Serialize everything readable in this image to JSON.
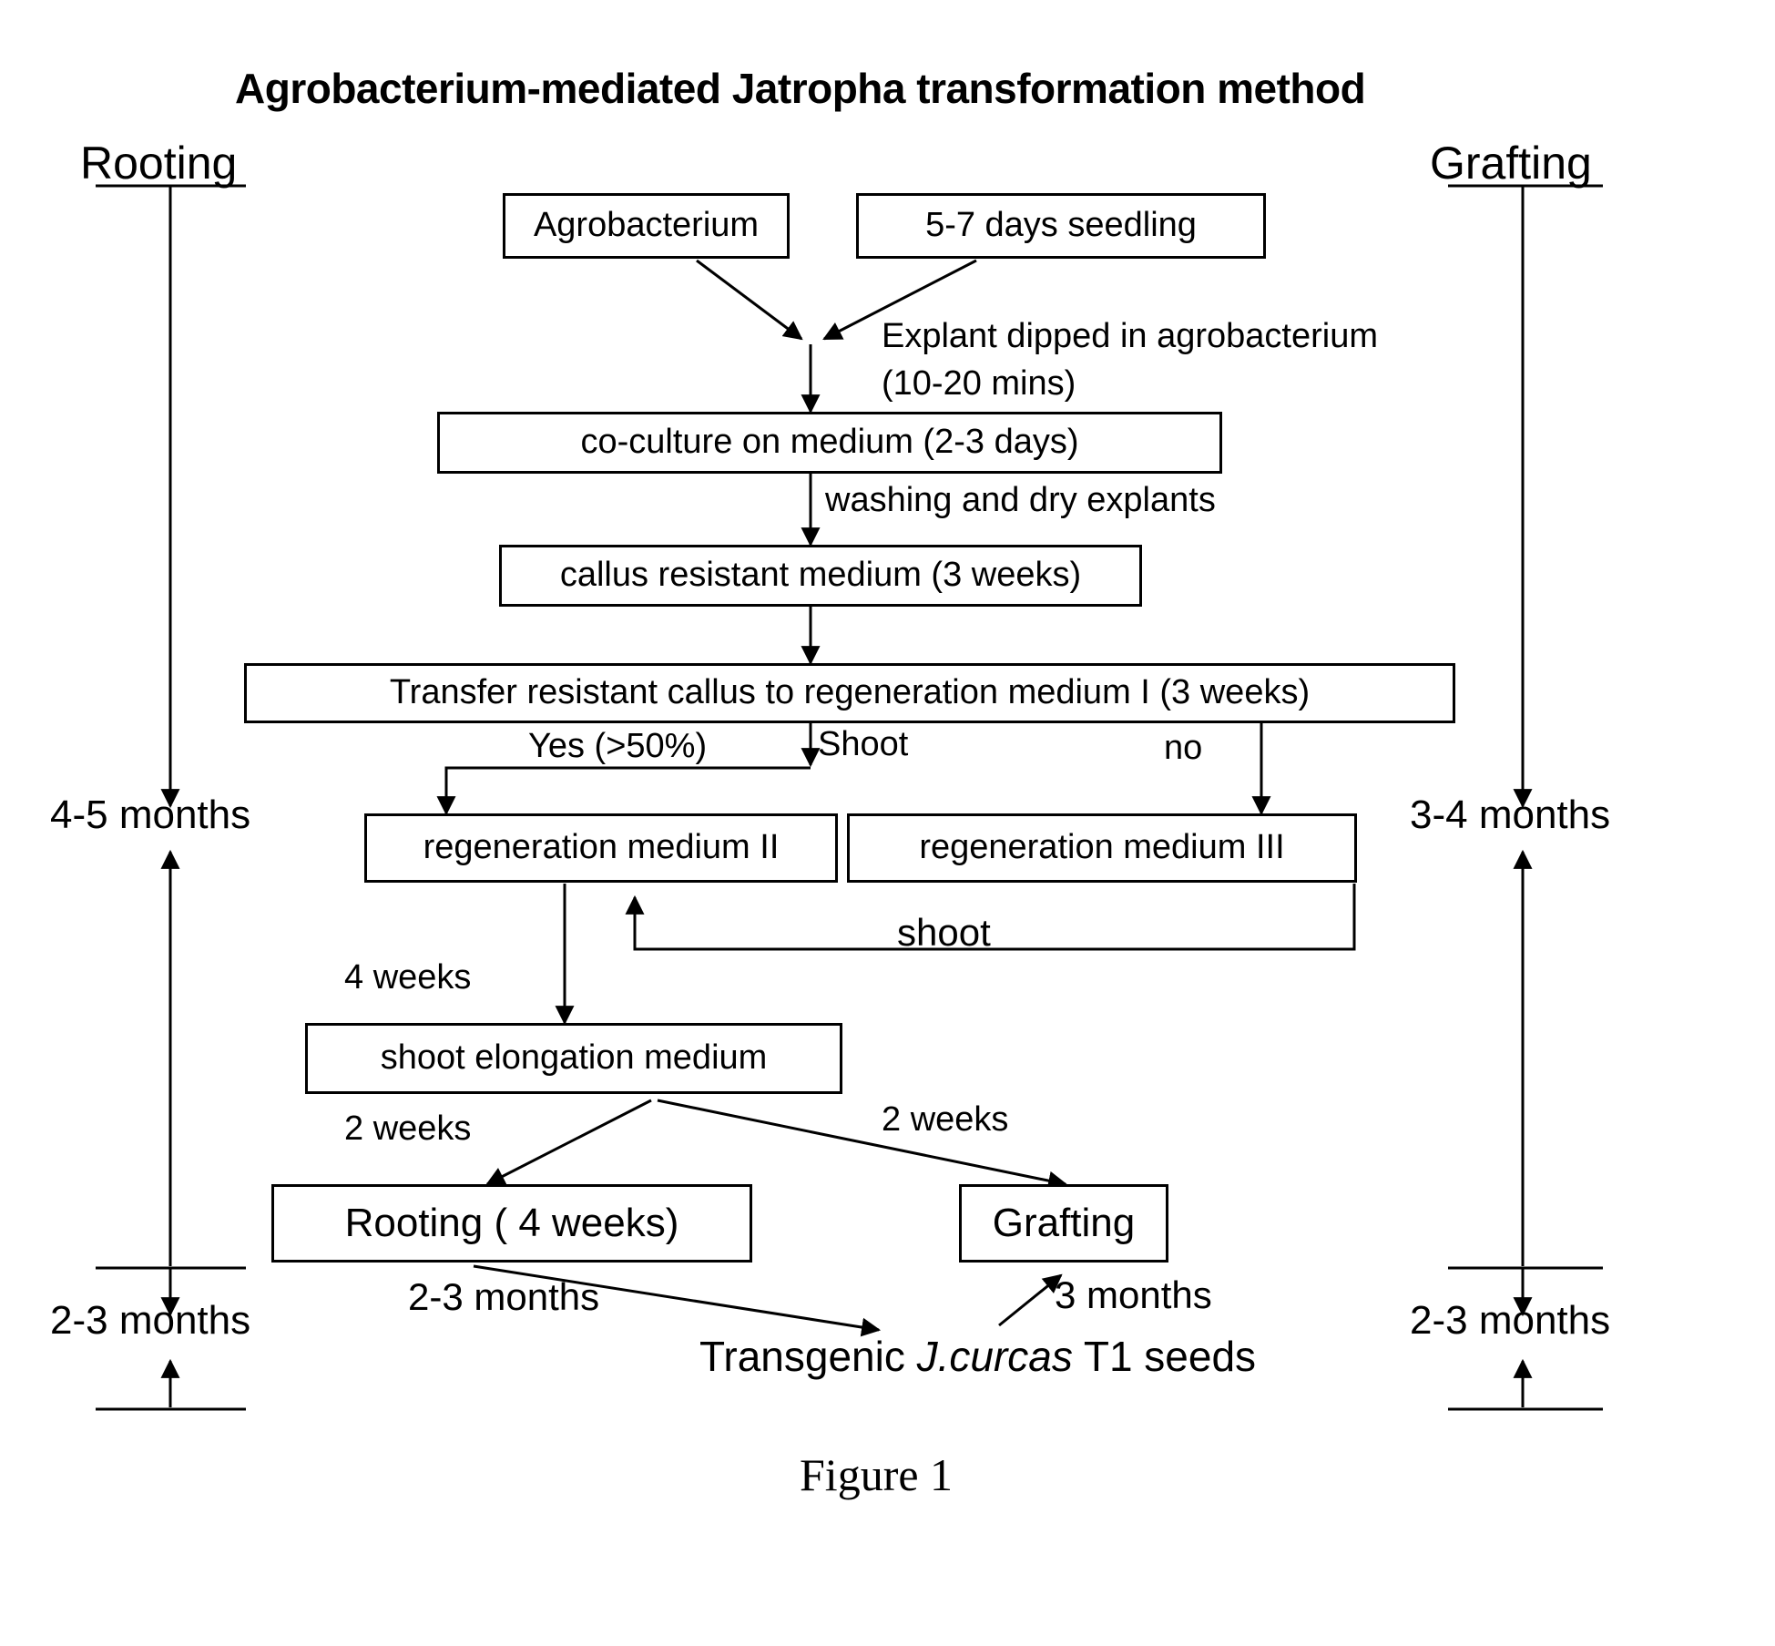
{
  "figure": {
    "title": "Agrobacterium-mediated Jatropha transformation method",
    "caption": "Figure 1"
  },
  "side_columns": {
    "left": {
      "heading": "Rooting",
      "spans": [
        "4-5 months",
        "2-3 months"
      ]
    },
    "right": {
      "heading": "Grafting",
      "spans": [
        "3-4 months",
        "2-3 months"
      ]
    }
  },
  "nodes": {
    "agrobacterium": "Agrobacterium",
    "seedling": "5-7 days seedling",
    "coculture": "co-culture on medium (2-3 days)",
    "callus": "callus resistant medium (3 weeks)",
    "transfer": "Transfer resistant callus to regeneration medium I  (3 weeks)",
    "regen2": "regeneration medium II",
    "regen3": "regeneration medium III",
    "elongation": "shoot  elongation medium",
    "rooting": "Rooting ( 4 weeks)",
    "grafting": "Grafting"
  },
  "edge_labels": {
    "dip_line1": "Explant dipped in agrobacterium",
    "dip_line2": "(10-20 mins)",
    "washing": "washing and dry explants",
    "yes": "Yes (>50%)",
    "shoot_branch": "Shoot",
    "no": "no",
    "shoot_back": "shoot",
    "four_weeks": "4 weeks",
    "two_weeks_left": "2 weeks",
    "two_weeks_right": "2 weeks",
    "rooting_months": "2-3 months",
    "grafting_months": "3 months"
  },
  "outcome": {
    "prefix": "Transgenic ",
    "species": "J.curcas",
    "suffix": " T1 seeds"
  },
  "colors": {
    "stroke": "#000000",
    "background": "#ffffff"
  }
}
